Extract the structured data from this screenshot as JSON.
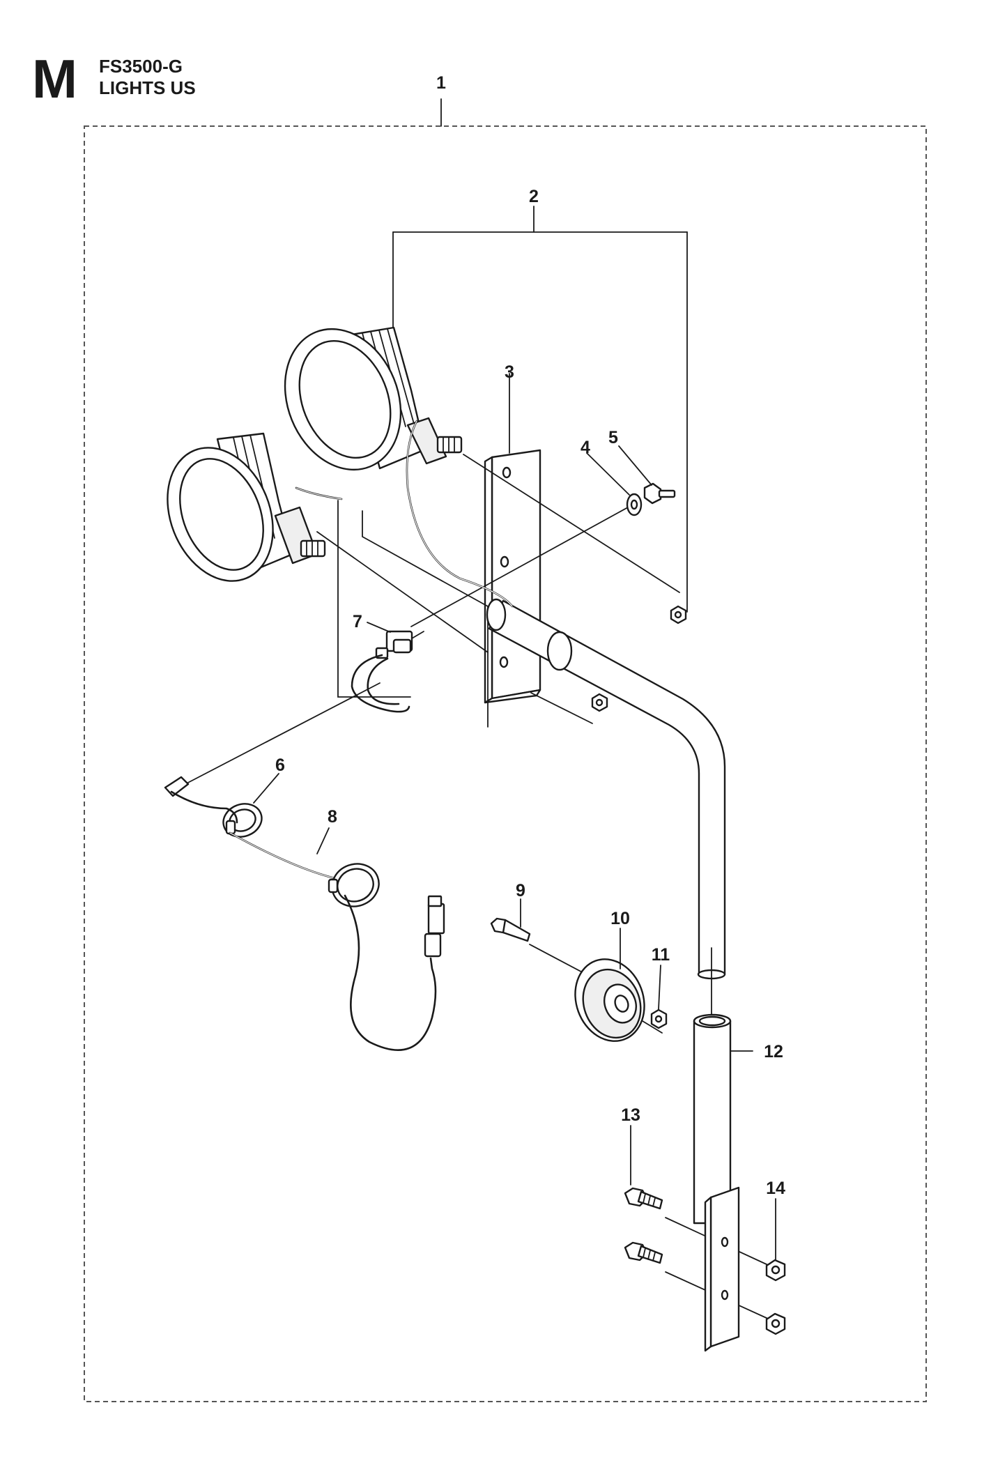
{
  "header": {
    "section_letter": "M",
    "model": "FS3500-G",
    "group": "LIGHTS US"
  },
  "callouts": {
    "c1": "1",
    "c2": "2",
    "c3": "3",
    "c4": "4",
    "c5": "5",
    "c6": "6",
    "c7": "7",
    "c8": "8",
    "c9": "9",
    "c10": "10",
    "c11": "11",
    "c12": "12",
    "c13": "13",
    "c14": "14"
  }
}
